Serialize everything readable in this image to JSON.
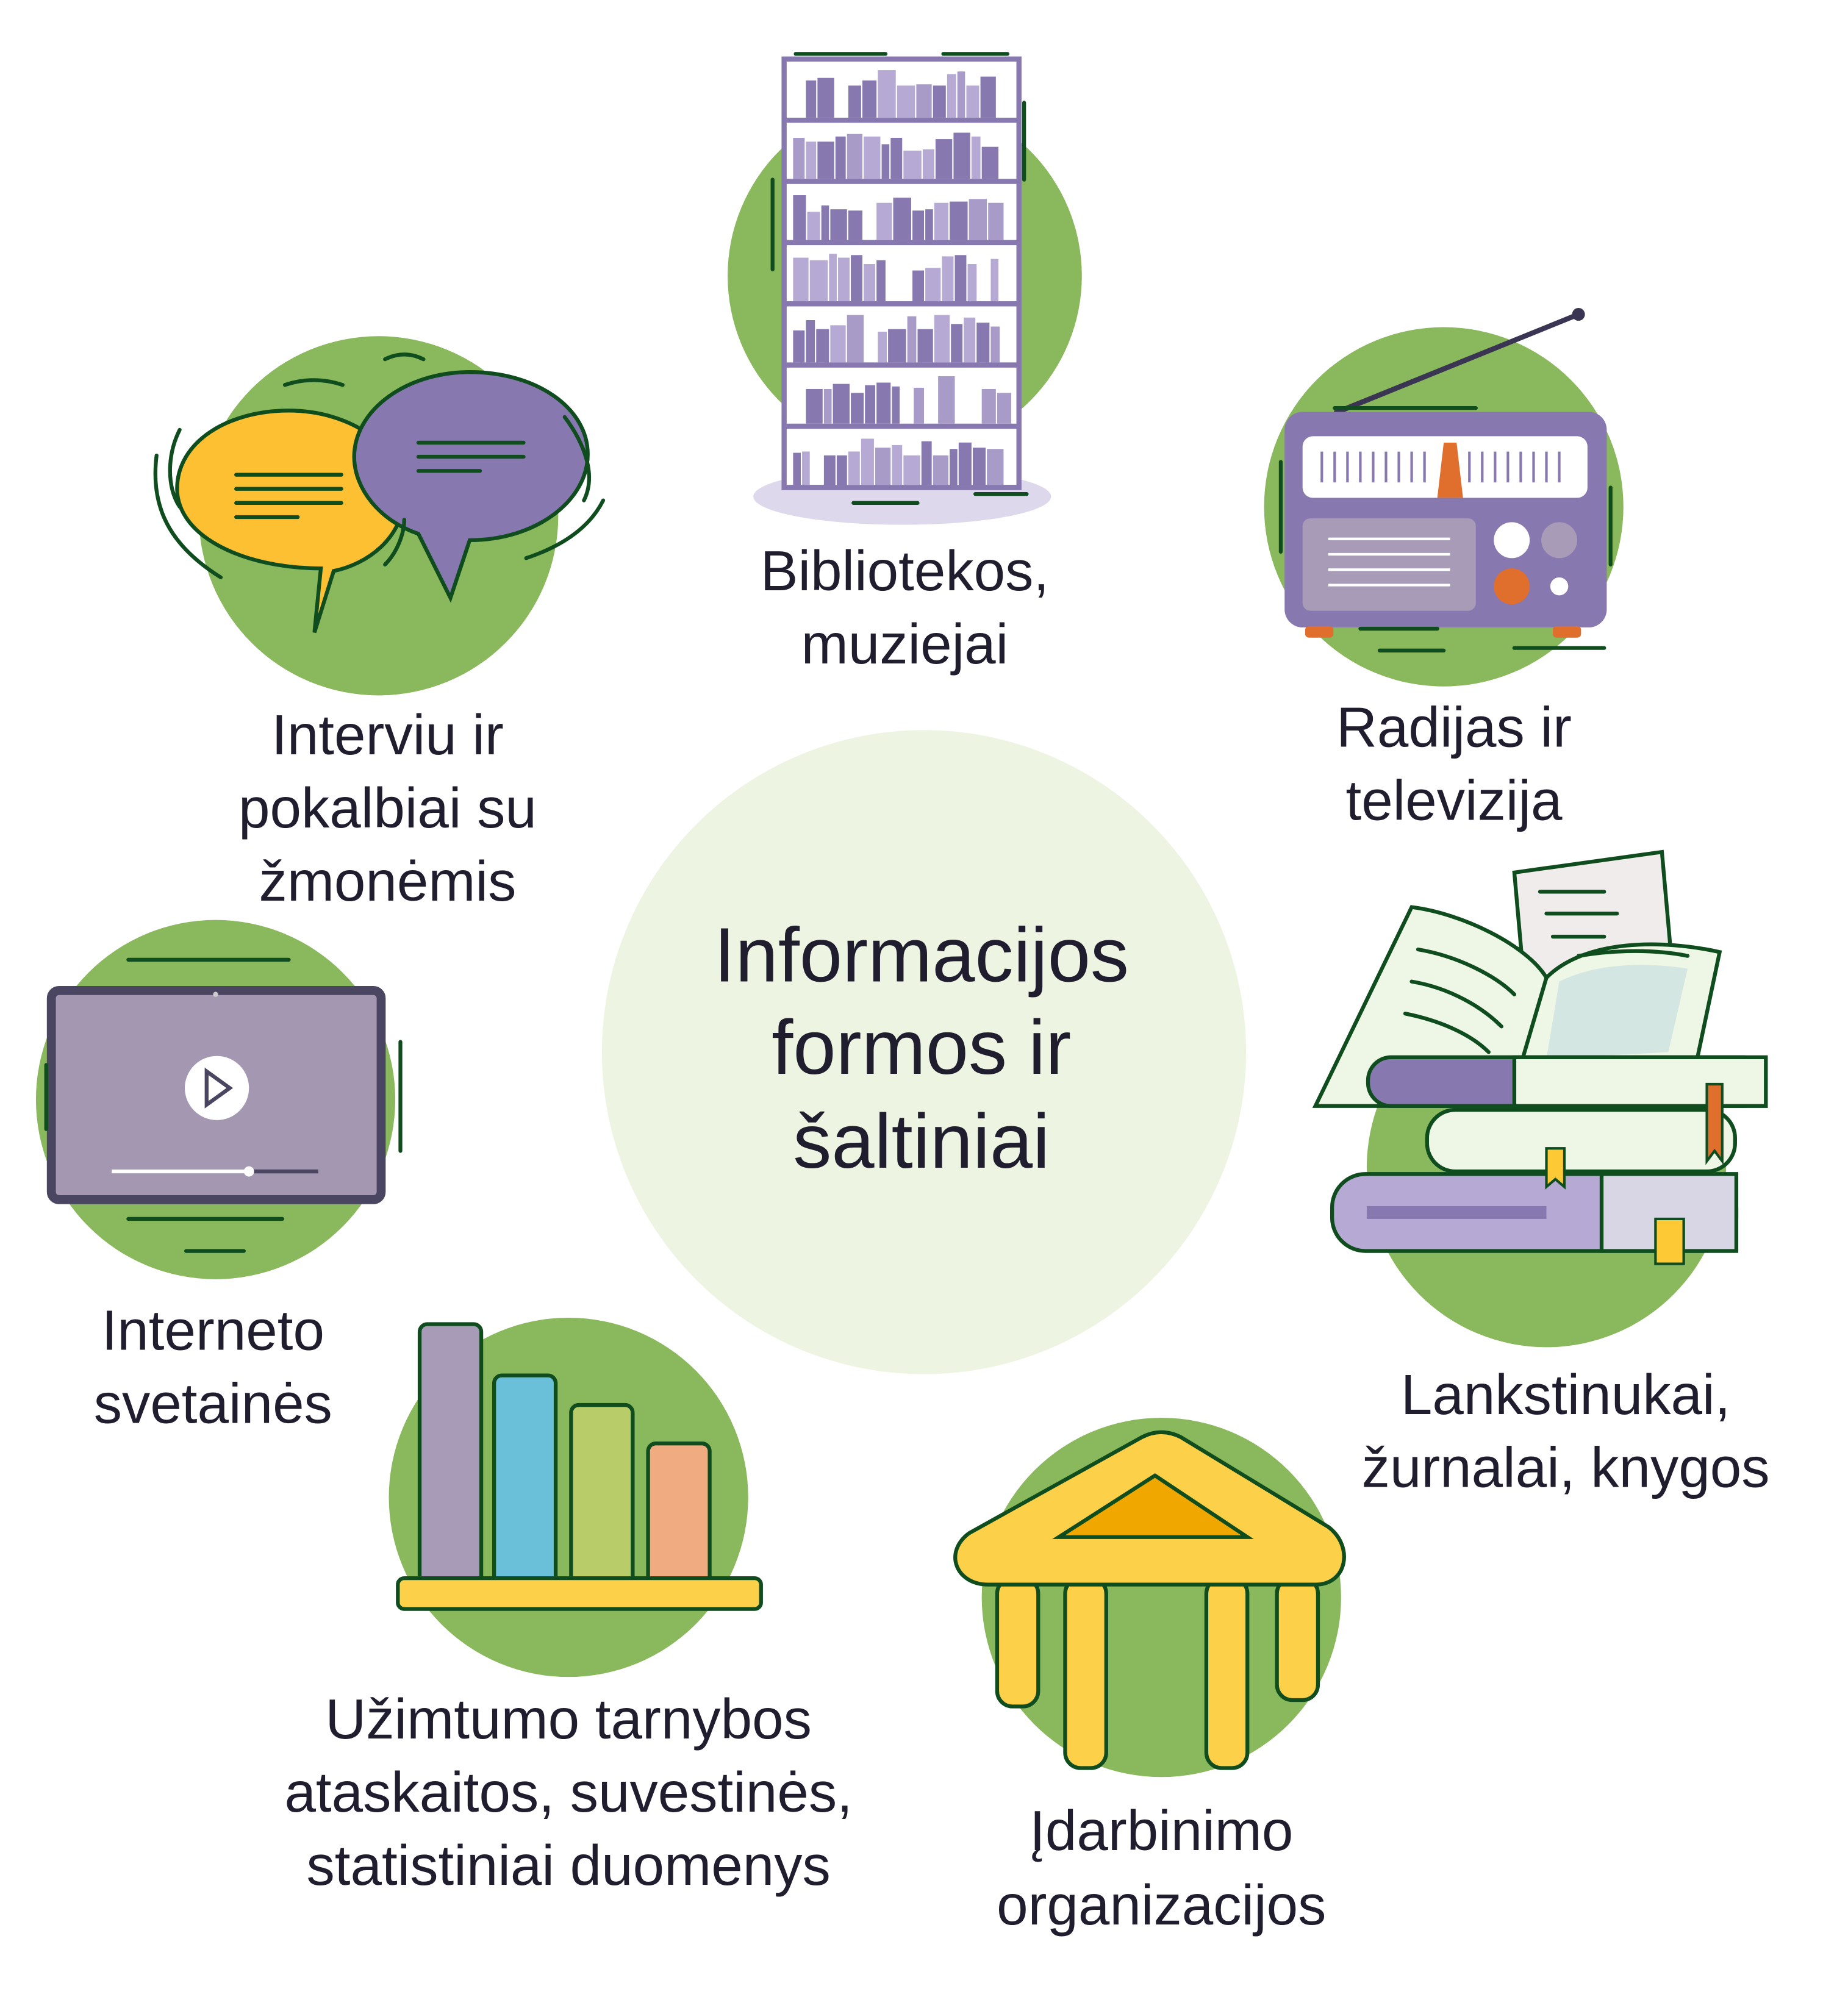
{
  "title": [
    "Informacijos",
    "formos ir",
    "šaltiniai"
  ],
  "sources": [
    {
      "icon": "bookshelf-icon",
      "lines": [
        "Bibliotekos,",
        "muziejai"
      ]
    },
    {
      "icon": "radio-icon",
      "lines": [
        "Radijas ir",
        "televizija"
      ]
    },
    {
      "icon": "books-icon",
      "lines": [
        "Lankstinukai,",
        "žurnalai, knygos"
      ]
    },
    {
      "icon": "building-icon",
      "lines": [
        "Įdarbinimo",
        "organizacijos"
      ]
    },
    {
      "icon": "bar-chart-icon",
      "lines": [
        "Užimtumo tarnybos",
        "ataskaitos, suvestinės,",
        "statistiniai duomenys"
      ]
    },
    {
      "icon": "tablet-video-icon",
      "lines": [
        "Interneto",
        "svetainės"
      ]
    },
    {
      "icon": "speech-bubbles-icon",
      "lines": [
        "Interviu ir",
        "pokalbiai su",
        "žmonėmis"
      ]
    }
  ],
  "colors": {
    "green": "#8ab85c",
    "center": "#edf5e2",
    "purple": "#8878b0",
    "yellow": "#fdc935",
    "text": "#1f1d2e"
  }
}
